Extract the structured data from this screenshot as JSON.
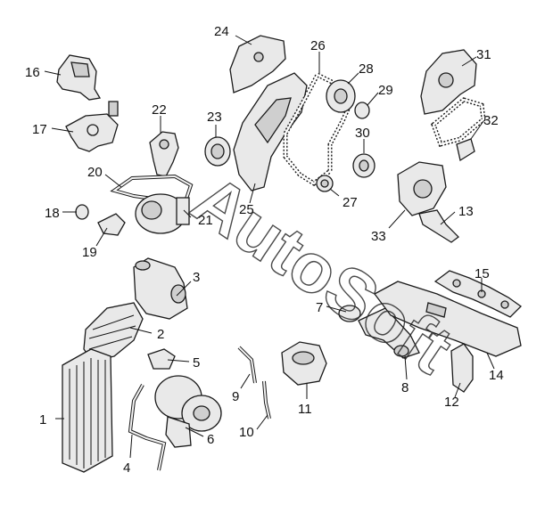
{
  "watermark": "AutoSoft",
  "callouts": [
    {
      "id": "1",
      "text": "1"
    },
    {
      "id": "2",
      "text": "2"
    },
    {
      "id": "3",
      "text": "3"
    },
    {
      "id": "4",
      "text": "4"
    },
    {
      "id": "5",
      "text": "5"
    },
    {
      "id": "6",
      "text": "6"
    },
    {
      "id": "7",
      "text": "7"
    },
    {
      "id": "8",
      "text": "8"
    },
    {
      "id": "9",
      "text": "9"
    },
    {
      "id": "10",
      "text": "10"
    },
    {
      "id": "11",
      "text": "11"
    },
    {
      "id": "12",
      "text": "12"
    },
    {
      "id": "13",
      "text": "13"
    },
    {
      "id": "14",
      "text": "14"
    },
    {
      "id": "15",
      "text": "15"
    },
    {
      "id": "16",
      "text": "16"
    },
    {
      "id": "17",
      "text": "17"
    },
    {
      "id": "18",
      "text": "18"
    },
    {
      "id": "19",
      "text": "19"
    },
    {
      "id": "20",
      "text": "20"
    },
    {
      "id": "21",
      "text": "21"
    },
    {
      "id": "22",
      "text": "22"
    },
    {
      "id": "23",
      "text": "23"
    },
    {
      "id": "24",
      "text": "24"
    },
    {
      "id": "25",
      "text": "25"
    },
    {
      "id": "26",
      "text": "26"
    },
    {
      "id": "27",
      "text": "27"
    },
    {
      "id": "28",
      "text": "28"
    },
    {
      "id": "29",
      "text": "29"
    },
    {
      "id": "30",
      "text": "30"
    },
    {
      "id": "31",
      "text": "31"
    },
    {
      "id": "32",
      "text": "32"
    },
    {
      "id": "33",
      "text": "33"
    }
  ]
}
